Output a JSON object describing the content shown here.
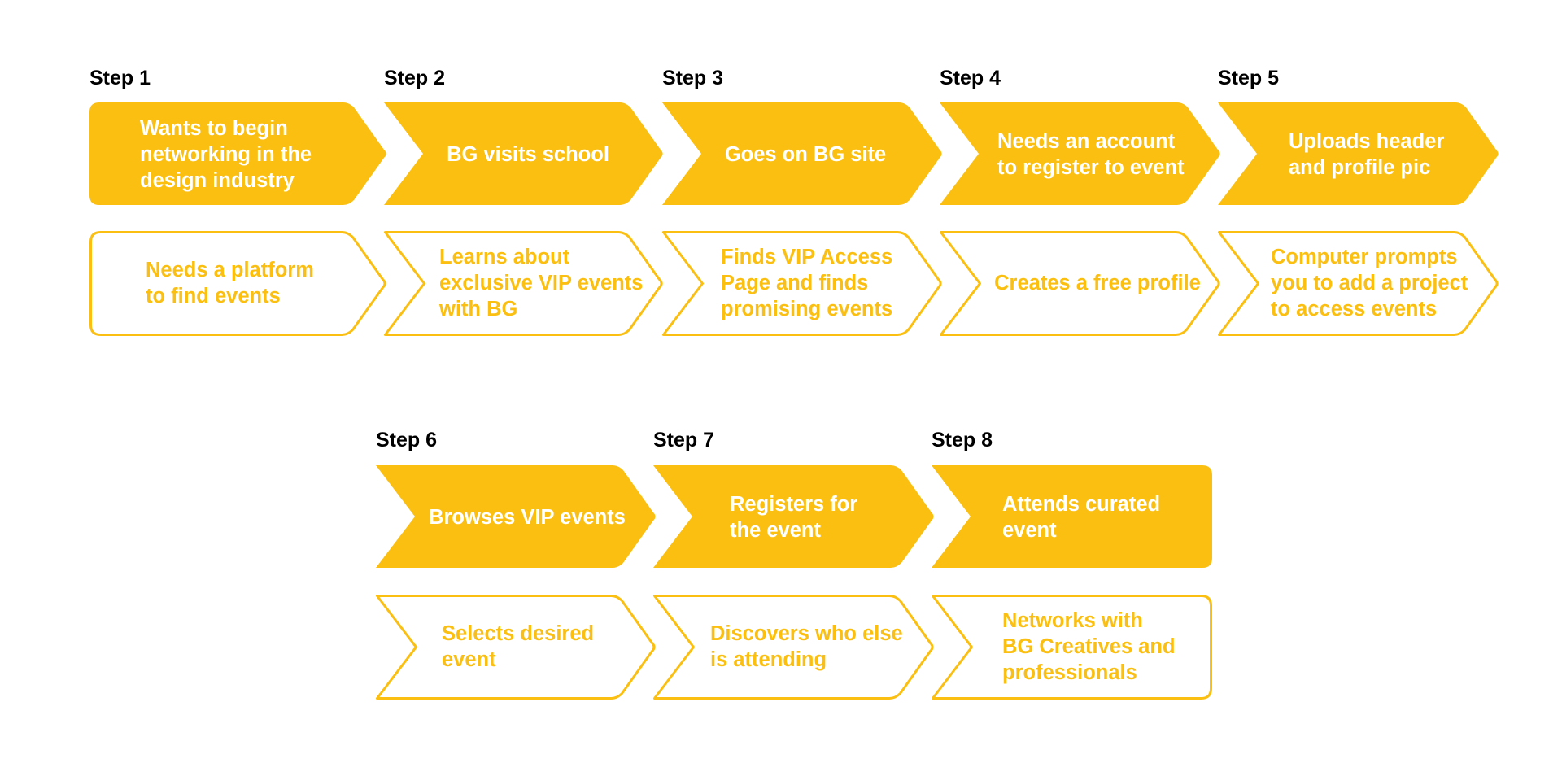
{
  "colors": {
    "accent": "#fbbf12",
    "filled_text": "#ffffff",
    "outline_text": "#fbbf12",
    "step_label": "#000000",
    "background": "#ffffff"
  },
  "steps": [
    {
      "label": "Step 1",
      "action": [
        "Wants to begin",
        "networking in the",
        "design industry"
      ],
      "detail": [
        "Needs a platform",
        "to find events"
      ]
    },
    {
      "label": "Step 2",
      "action": [
        "BG visits school"
      ],
      "detail": [
        "Learns about",
        "exclusive VIP events",
        "with BG"
      ]
    },
    {
      "label": "Step 3",
      "action": [
        "Goes on BG site"
      ],
      "detail": [
        "Finds VIP Access",
        "Page and finds",
        "promising events"
      ]
    },
    {
      "label": "Step 4",
      "action": [
        "Needs an account",
        "to register to event"
      ],
      "detail": [
        "Creates a free profile"
      ]
    },
    {
      "label": "Step 5",
      "action": [
        "Uploads header",
        "and profile pic"
      ],
      "detail": [
        "Computer prompts",
        "you to add a project",
        "to access events"
      ]
    },
    {
      "label": "Step 6",
      "action": [
        "Browses VIP events"
      ],
      "detail": [
        "Selects desired",
        "event"
      ]
    },
    {
      "label": "Step 7",
      "action": [
        "Registers for",
        "the event"
      ],
      "detail": [
        "Discovers who else",
        "is attending"
      ]
    },
    {
      "label": "Step 8",
      "action": [
        "Attends curated",
        "event"
      ],
      "detail": [
        "Networks with",
        "BG Creatives and",
        "professionals"
      ]
    }
  ]
}
